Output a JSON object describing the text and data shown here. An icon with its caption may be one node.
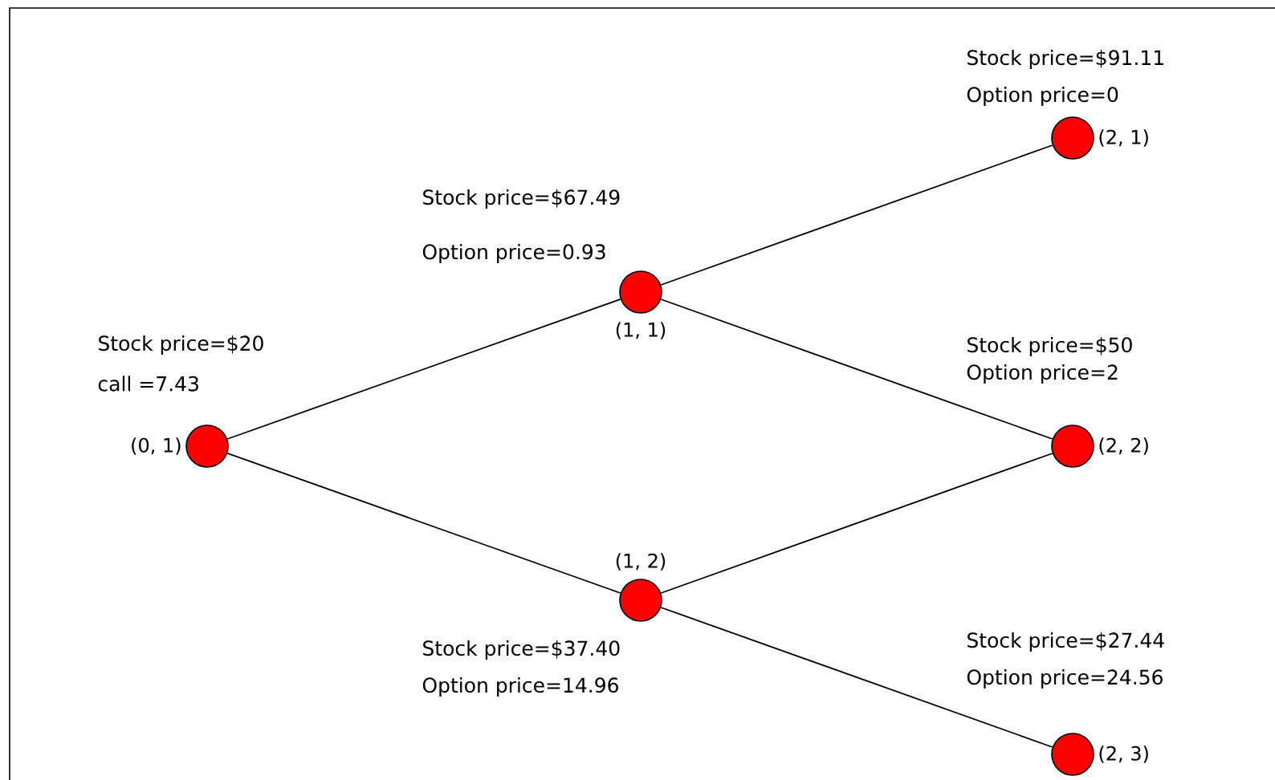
{
  "diagram": {
    "nodes": [
      {
        "text": [],
        "shape": "circle",
        "beside": [
          "(0, 1)",
          "Stock price=$20",
          "call =7.43"
        ]
      },
      {
        "text": [],
        "shape": "circle",
        "beside": [
          "(1, 1)",
          "Stock price=$67.49",
          "Option price=0.93"
        ]
      },
      {
        "text": [],
        "shape": "circle",
        "beside": [
          "(1, 2)",
          "Stock price=$37.40",
          "Option price=14.96"
        ]
      },
      {
        "text": [],
        "shape": "circle",
        "beside": [
          "(2, 1)",
          "Stock price=$91.11",
          "Option price=0"
        ]
      },
      {
        "text": [],
        "shape": "circle",
        "beside": [
          "(2, 2)",
          "Stock price=$50",
          "Option price=2"
        ]
      },
      {
        "text": [],
        "shape": "circle",
        "beside": [
          "(2, 3)",
          "Stock price=$27.44",
          "Option price=24.56"
        ]
      }
    ],
    "edges": [
      {
        "from": 0,
        "to": 1,
        "arrow": "none"
      },
      {
        "from": 0,
        "to": 2,
        "arrow": "none"
      },
      {
        "from": 1,
        "to": 3,
        "arrow": "none"
      },
      {
        "from": 1,
        "to": 4,
        "arrow": "none"
      },
      {
        "from": 2,
        "to": 4,
        "arrow": "none"
      },
      {
        "from": 2,
        "to": 5,
        "arrow": "none"
      }
    ]
  }
}
